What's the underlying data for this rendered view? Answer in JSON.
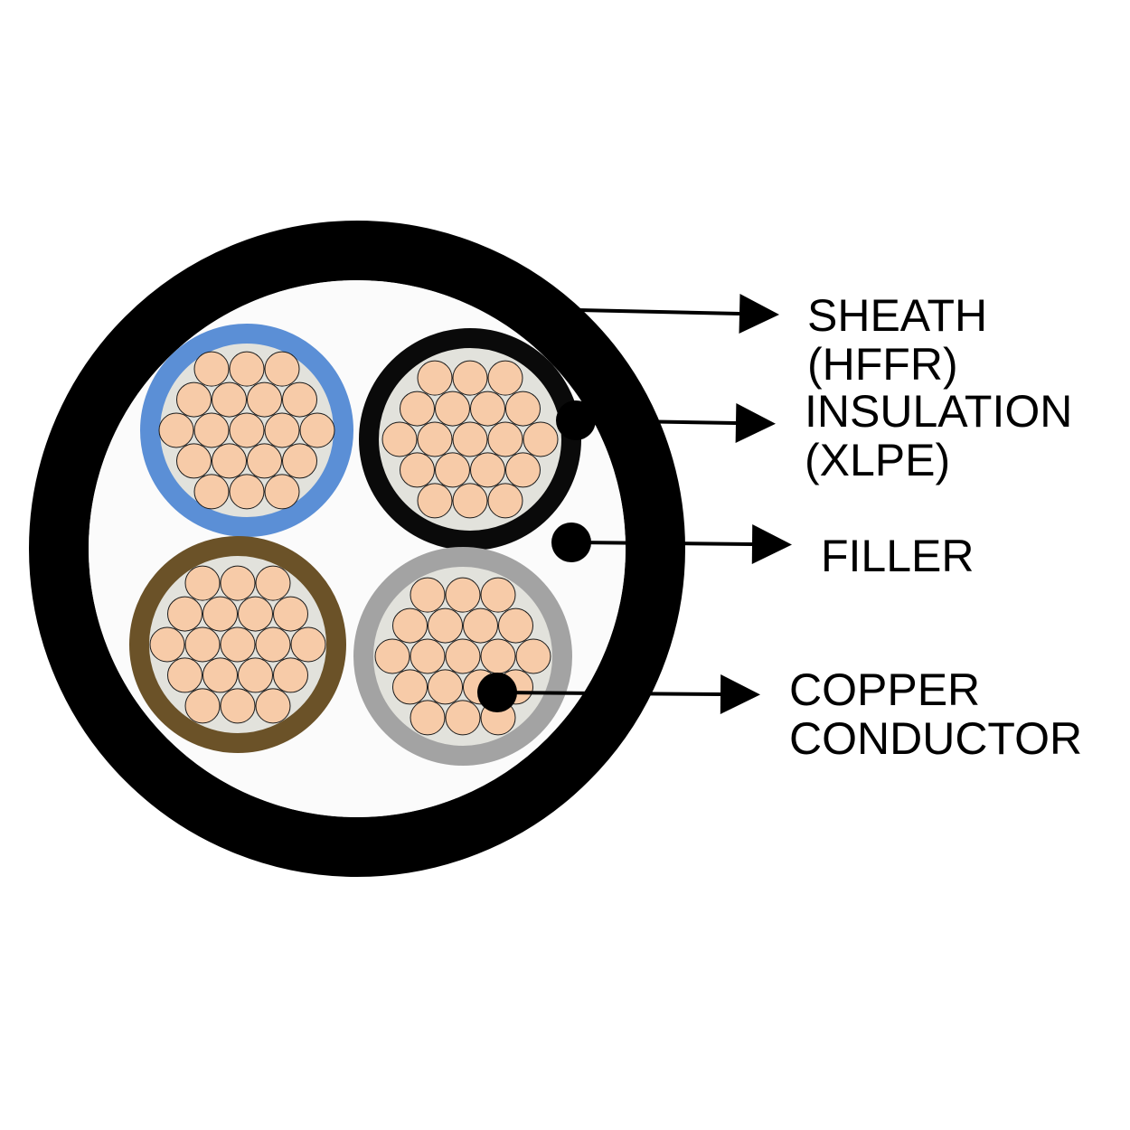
{
  "diagram": {
    "colors": {
      "sheath": "#000000",
      "filler": "#fbfbfb",
      "conductor": "#f7cba8",
      "strand_gap": "#e2e2dc",
      "pointer": "#000000"
    },
    "cores": [
      {
        "name": "blue",
        "insulation_color": "#5b8fd6"
      },
      {
        "name": "black",
        "insulation_color": "#0a0a0a"
      },
      {
        "name": "brown",
        "insulation_color": "#6b5228"
      },
      {
        "name": "grey",
        "insulation_color": "#a3a3a3"
      }
    ],
    "labels": {
      "sheath": [
        "SHEATH",
        "(HFFR)"
      ],
      "insulation": [
        "INSULATION",
        "(XLPE)"
      ],
      "filler": [
        "FILLER"
      ],
      "conductor": [
        "COPPER",
        "CONDUCTOR"
      ]
    }
  }
}
